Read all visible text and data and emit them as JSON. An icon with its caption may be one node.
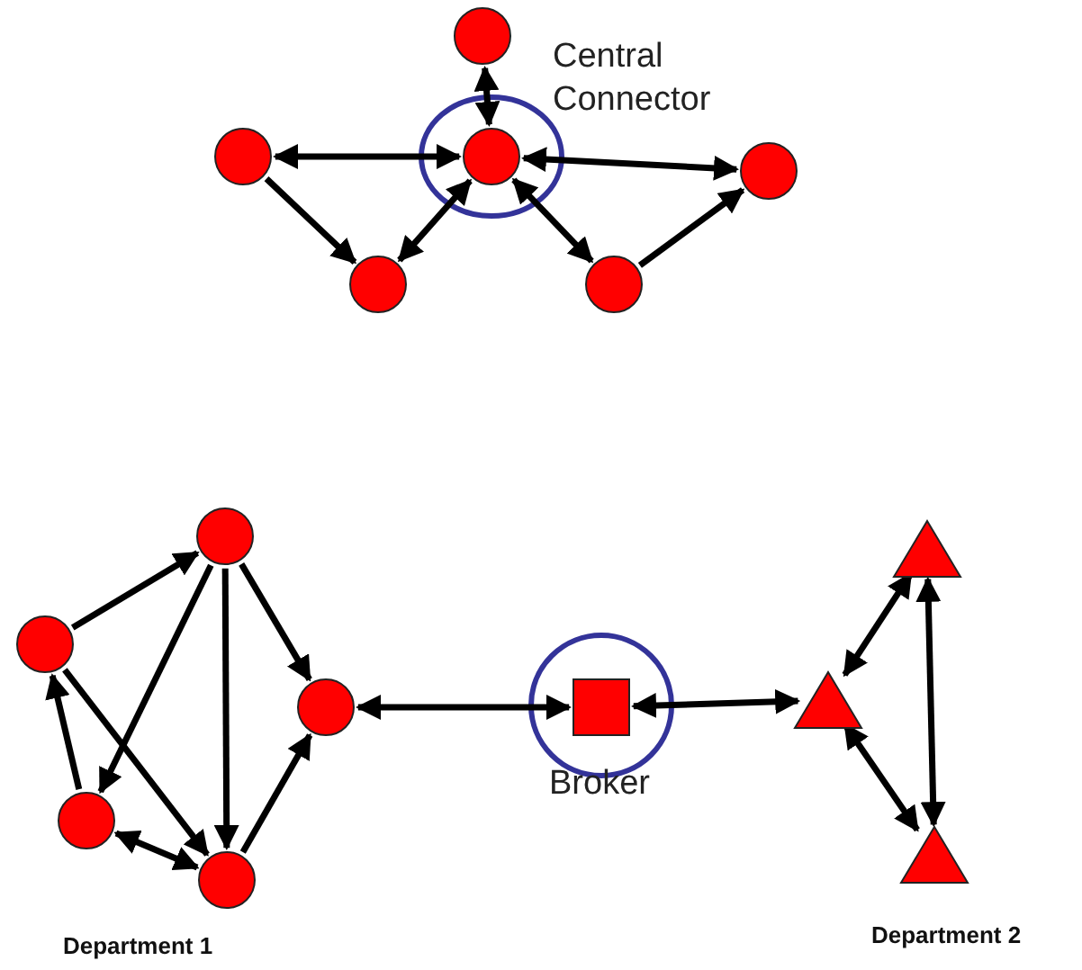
{
  "diagram": {
    "nodes": [
      {
        "text": [],
        "shape": "circle"
      },
      {
        "text": [],
        "shape": "circle",
        "beside": [
          "Central Connector"
        ]
      },
      {
        "text": [],
        "shape": "circle"
      },
      {
        "text": [],
        "shape": "circle"
      },
      {
        "text": [],
        "shape": "circle"
      },
      {
        "text": [],
        "shape": "circle"
      },
      {
        "text": [],
        "shape": "circle"
      },
      {
        "text": [],
        "shape": "circle"
      },
      {
        "text": [],
        "shape": "circle"
      },
      {
        "text": [],
        "shape": "circle"
      },
      {
        "text": [],
        "shape": "circle"
      },
      {
        "text": [],
        "shape": "box",
        "beside": [
          "Broker"
        ]
      },
      {
        "text": [],
        "shape": "triangle"
      },
      {
        "text": [],
        "shape": "triangle"
      },
      {
        "text": [],
        "shape": "triangle"
      }
    ],
    "edges": [
      {
        "from": 0,
        "to": 1,
        "arrow": "both"
      },
      {
        "from": 2,
        "to": 1,
        "arrow": "both"
      },
      {
        "from": 1,
        "to": 5,
        "arrow": "both"
      },
      {
        "from": 1,
        "to": 3,
        "arrow": "both"
      },
      {
        "from": 1,
        "to": 4,
        "arrow": "both"
      },
      {
        "from": 2,
        "to": 3,
        "arrow": "to"
      },
      {
        "from": 4,
        "to": 5,
        "arrow": "to"
      },
      {
        "from": 7,
        "to": 6,
        "arrow": "to"
      },
      {
        "from": 6,
        "to": 9,
        "arrow": "to"
      },
      {
        "from": 6,
        "to": 10,
        "arrow": "to"
      },
      {
        "from": 6,
        "to": 8,
        "arrow": "to"
      },
      {
        "from": 7,
        "to": 10,
        "arrow": "to"
      },
      {
        "from": 9,
        "to": 7,
        "arrow": "to"
      },
      {
        "from": 9,
        "to": 10,
        "arrow": "both"
      },
      {
        "from": 10,
        "to": 8,
        "arrow": "to"
      },
      {
        "from": 8,
        "to": 11,
        "arrow": "both"
      },
      {
        "from": 11,
        "to": 12,
        "arrow": "both"
      },
      {
        "from": 12,
        "to": 13,
        "arrow": "both"
      },
      {
        "from": 13,
        "to": 14,
        "arrow": "both"
      },
      {
        "from": 12,
        "to": 14,
        "arrow": "both"
      }
    ],
    "labels": [
      "Department 1",
      "Department 2"
    ]
  }
}
